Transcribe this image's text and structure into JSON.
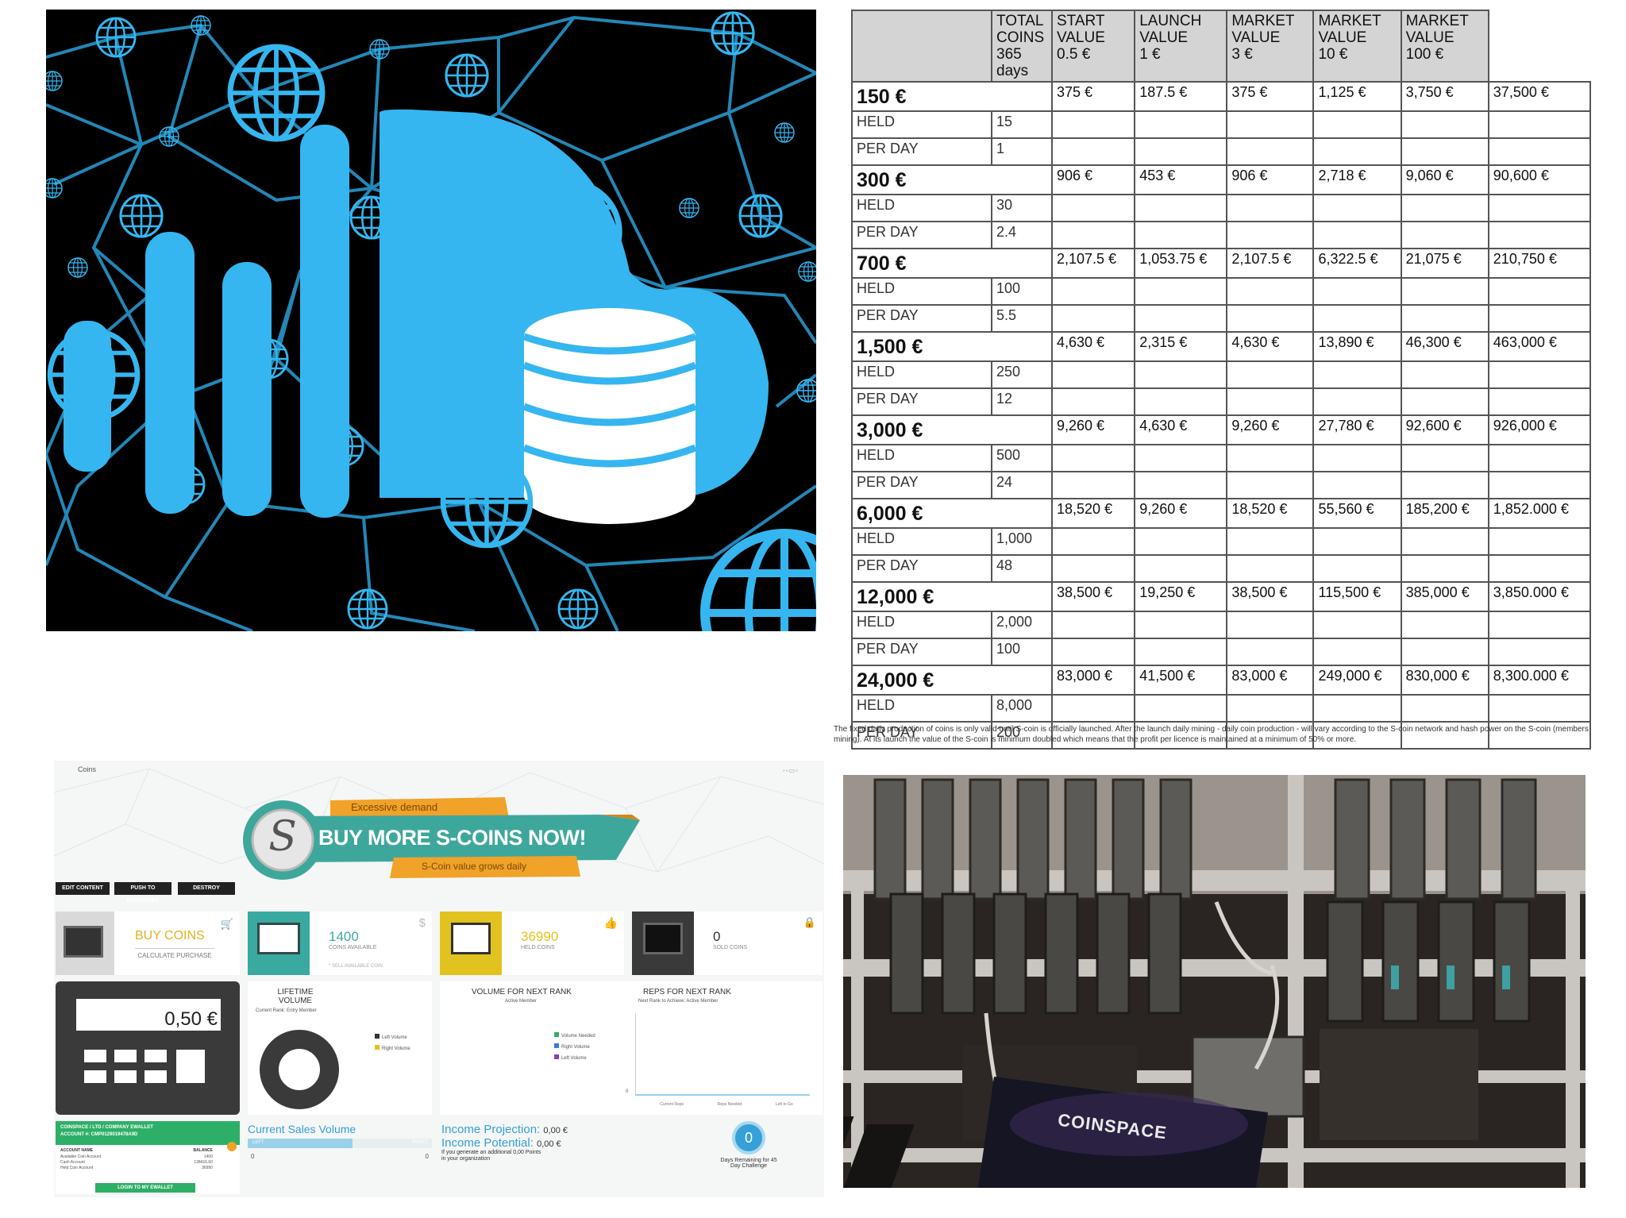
{
  "table": {
    "headers": [
      {
        "lines": [
          "TOTAL",
          "COINS",
          "365 days"
        ]
      },
      {
        "lines": [
          "START",
          "VALUE",
          "0.5 €"
        ]
      },
      {
        "lines": [
          "LAUNCH",
          "VALUE",
          "1 €"
        ]
      },
      {
        "lines": [
          "MARKET",
          "VALUE",
          "3 €"
        ]
      },
      {
        "lines": [
          "MARKET",
          "VALUE",
          "10 €"
        ]
      },
      {
        "lines": [
          "MARKET",
          "VALUE",
          "100 €"
        ]
      }
    ],
    "held_label": "HELD",
    "per_day_label": "PER DAY",
    "rows": [
      {
        "license": "150 €",
        "values": [
          "375 €",
          "187.5 €",
          "375 €",
          "1,125 €",
          "3,750 €",
          "37,500 €"
        ],
        "held": "15",
        "per_day": "1"
      },
      {
        "license": "300 €",
        "values": [
          "906 €",
          "453 €",
          "906 €",
          "2,718 €",
          "9,060 €",
          "90,600 €"
        ],
        "held": "30",
        "per_day": "2.4"
      },
      {
        "license": "700 €",
        "values": [
          "2,107.5 €",
          "1,053.75 €",
          "2,107.5 €",
          "6,322.5 €",
          "21,075 €",
          "210,750 €"
        ],
        "held": "100",
        "per_day": "5.5"
      },
      {
        "license": "1,500 €",
        "values": [
          "4,630 €",
          "2,315 €",
          "4,630 €",
          "13,890 €",
          "46,300 €",
          "463,000 €"
        ],
        "held": "250",
        "per_day": "12"
      },
      {
        "license": "3,000 €",
        "values": [
          "9,260 €",
          "4,630 €",
          "9,260 €",
          "27,780 €",
          "92,600 €",
          "926,000 €"
        ],
        "held": "500",
        "per_day": "24"
      },
      {
        "license": "6,000 €",
        "values": [
          "18,520 €",
          "9,260 €",
          "18,520 €",
          "55,560 €",
          "185,200 €",
          "1,852.000 €"
        ],
        "held": "1,000",
        "per_day": "48"
      },
      {
        "license": "12,000 €",
        "values": [
          "38,500 €",
          "19,250 €",
          "38,500 €",
          "115,500 €",
          "385,000 €",
          "3,850.000 €"
        ],
        "held": "2,000",
        "per_day": "100"
      },
      {
        "license": "24,000 €",
        "values": [
          "83,000 €",
          "41,500 €",
          "83,000 €",
          "249,000 €",
          "830,000 €",
          "8,300.000 €"
        ],
        "held": "8,000",
        "per_day": "200"
      }
    ],
    "footnote": "The fixed daily production of coins is only valid until S-coin is officially launched. After the launch daily mining - daily coin production - will vary according to the S-coin network and hash power on the S-coin (members mining). At its launch the value of the S-coin is minimum doubled which means that the profit per licence is maintained at a minimum of 50% or more."
  },
  "dashboard": {
    "breadcrumb": "Coins",
    "banner": {
      "tag_top": "Excessive demand",
      "headline": "BUY MORE S-COINS NOW!",
      "tag_bottom": "S-Coin value grows daily",
      "logo_letter": "S"
    },
    "toolbar": {
      "edit": "EDIT CONTENT",
      "push": "PUSH TO PUBLISHER",
      "destroy": "DESTROY"
    },
    "cards": {
      "buy": {
        "title": "BUY COINS",
        "sub": "CALCULATE PURCHASE"
      },
      "available": {
        "value": "1400",
        "label": "COINS AVAILABLE",
        "sub": "* SELL AVAILABLE COIN"
      },
      "held": {
        "value": "36990",
        "label": "HELD COINS"
      },
      "sold": {
        "value": "0",
        "label": "SOLD COINS"
      }
    },
    "calculator_value": "0,50 €",
    "lifetime": {
      "title_1": "LIFETIME",
      "title_2": "VOLUME",
      "rank": "Current Rank: Entry Member",
      "legend": [
        "Left Volume",
        "Right Volume"
      ]
    },
    "volume_next": {
      "title": "VOLUME FOR NEXT RANK",
      "sub": "Active Member",
      "legend": [
        "Volume Needed",
        "Right Volume",
        "Left Volume"
      ]
    },
    "reps_next": {
      "title": "REPS FOR NEXT RANK",
      "sub": "Next Rank to Achieve: Active Member",
      "axis": [
        "Current Reps",
        "Reps Needed",
        "Left to Go"
      ],
      "zero": "0"
    },
    "ewallet": {
      "title_1": "COINSPACE / LTD / COMPANY EWALLET",
      "title_2": "ACCOUNT #: CMP0129019478A9D",
      "col_name": "ACCOUNT NAME",
      "col_balance": "BALANCE",
      "rows": [
        {
          "name": "Available Coin Account",
          "balance": "1400"
        },
        {
          "name": "Cash Account",
          "balance": "138416.60"
        },
        {
          "name": "Held Coin Account",
          "balance": "36990"
        }
      ],
      "login": "LOGIN TO MY EWALLET"
    },
    "sales": {
      "title": "Current Sales Volume",
      "left": "LEFT",
      "right": "RIGHT",
      "left_val": "0",
      "right_val": "0"
    },
    "income": {
      "proj_label": "Income Projection:",
      "proj_val": "0,00 €",
      "pot_label": "Income Potential:",
      "pot_val": "0,00 €",
      "note_1": "If you generate an additional 0,00 Points",
      "note_2": "in your organization"
    },
    "days": {
      "value": "0",
      "label_1": "Days Remaining for 45",
      "label_2": "Day Challenge"
    }
  },
  "photo": {
    "sign": "COINSPACE"
  },
  "colors": {
    "network": "#35b6f0",
    "teal": "#3aa9a0",
    "orange": "#f5a623",
    "yellow": "#e2c21e",
    "green": "#2eaf67"
  }
}
